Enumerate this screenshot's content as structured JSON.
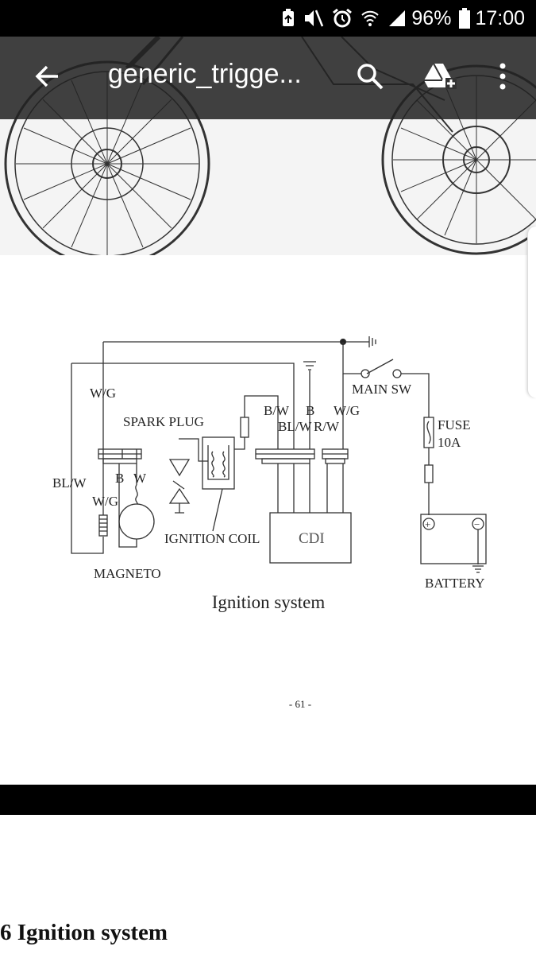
{
  "status_bar": {
    "battery": "96%",
    "time": "17:00"
  },
  "app_bar": {
    "title": "generic_trigge..."
  },
  "diagram": {
    "labels": {
      "wg_left": "W/G",
      "spark_plug": "SPARK PLUG",
      "blw_left": "BL/W",
      "b_mag": "B",
      "w_mag": "W",
      "wg_mag": "W/G",
      "magneto": "MAGNETO",
      "ignition_coil": "IGNITION COIL",
      "bw": "B/W",
      "b_top": "B",
      "blw_mid": "BL/W",
      "rw": "R/W",
      "wg_right": "W/G",
      "main_sw": "MAIN SW",
      "fuse": "FUSE",
      "fuse_rating": "10A",
      "cdi": "CDI",
      "battery": "BATTERY",
      "plus": "+",
      "minus": "−"
    },
    "caption": "Ignition system",
    "page_number": "- 61 -"
  },
  "next_page": {
    "heading": "6 Ignition system"
  },
  "icons": [
    "back-arrow-icon",
    "search-icon",
    "drive-add-icon",
    "more-vert-icon",
    "battery-icon",
    "signal-icon",
    "wifi-icon",
    "alarm-icon",
    "mute-icon",
    "saver-icon"
  ]
}
